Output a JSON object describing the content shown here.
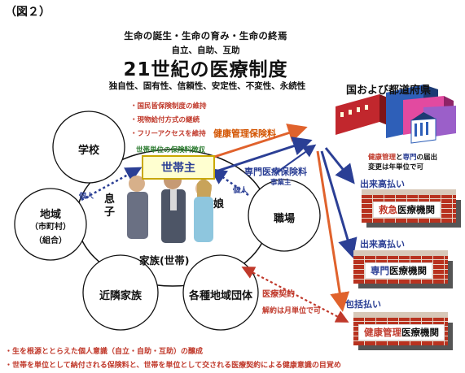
{
  "figure_label": "（図２）",
  "headline": "生命の誕生・生命の育み・生命の終焉",
  "subline": "自立、自助、互助",
  "title": "21世紀の医療制度",
  "properties": "独自性、固有性、信頼性、安定性、不変性、永続性",
  "policies": [
    "・国民皆保険制度の維持",
    "・現物給付方式の継続",
    "・フリーアクセスを維持"
  ],
  "prefecture_label": "国および都道府県",
  "household_fee": "世帯単位の保険料徴収",
  "household_head": "世帯主",
  "health_fee": "健康管理保険料",
  "specialist_fee": "専門医療保険料",
  "employer": "事業主",
  "individual": [
    "個人",
    "個人"
  ],
  "son": "息子",
  "daughter": "娘",
  "family": "家族(世帯)",
  "circles": {
    "school": "学校",
    "region": "地域",
    "region_sub": [
      "（市町村）",
      "（組合）"
    ],
    "workplace": "職場",
    "neighbors": "近隣家族",
    "groups": "各種地域団体"
  },
  "fee_note": {
    "line1_red": "健康管理",
    "line1_mid": "と",
    "line1_blue": "専門",
    "line1_end": "の届出",
    "line2": "変更は年単位で可"
  },
  "payments": [
    "出来高払い",
    "出来高払い",
    "包括払い"
  ],
  "institutions": [
    {
      "colored": "救急",
      "plain": "医療機関",
      "color": "#c0392b"
    },
    {
      "colored": "専門",
      "plain": "医療機関",
      "color": "#2b3f95"
    },
    {
      "colored": "健康管理",
      "plain": "医療機関",
      "color": "#c0392b"
    }
  ],
  "contract": "医療契約",
  "cancel_note": "解約は月単位で可",
  "footnotes": [
    "・生を根源ととらえた個人意識（自立・自助・互助）の醸成",
    "・世帯を単位として納付される保険料と、世帯を単位として交される医療契約による健康意識の目覚め"
  ],
  "colors": {
    "red": "#c0392b",
    "orange": "#e0622c",
    "blue": "#2b3f95",
    "green": "#2e7d32"
  }
}
